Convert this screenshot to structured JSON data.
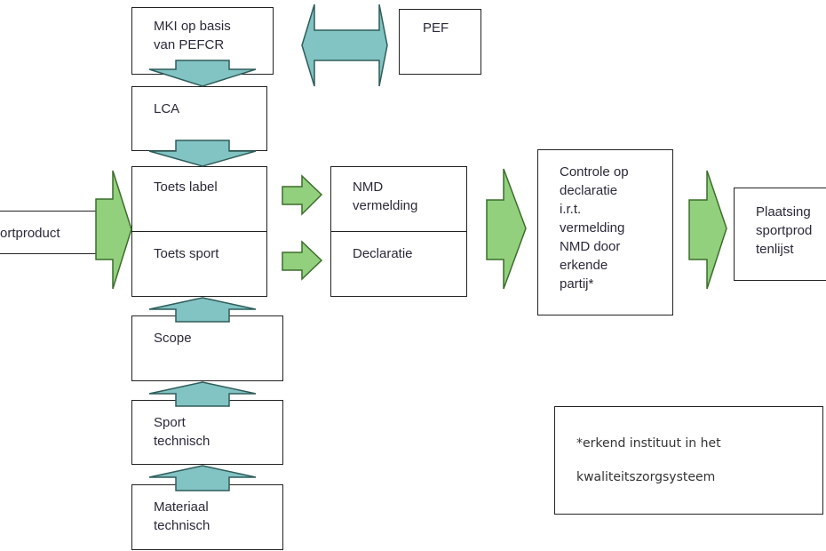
{
  "boxes": {
    "mki": "MKI op basis\nvan PEFCR",
    "pef": "PEF",
    "lca": "LCA",
    "toets_label": "Toets label",
    "toets_sport": "Toets sport",
    "sportproduct": "ortproduct",
    "nmd": "NMD\nvermelding",
    "declaratie": "Declaratie",
    "controle": "Controle op\ndeclaratie\ni.r.t.\nvermelding\nNMD door\nerkende\npartij*",
    "plaatsing": "Plaatsing\nsportprod\ntenlijst",
    "scope": "Scope",
    "sport_technisch": "Sport\ntechnisch",
    "materiaal_technisch": "Materiaal\ntechnisch"
  },
  "footnote": "*erkend instituut in het\nkwaliteitszorgsysteem",
  "colors": {
    "teal_arrow": "#82c3c3",
    "green_arrow": "#92d07e"
  }
}
